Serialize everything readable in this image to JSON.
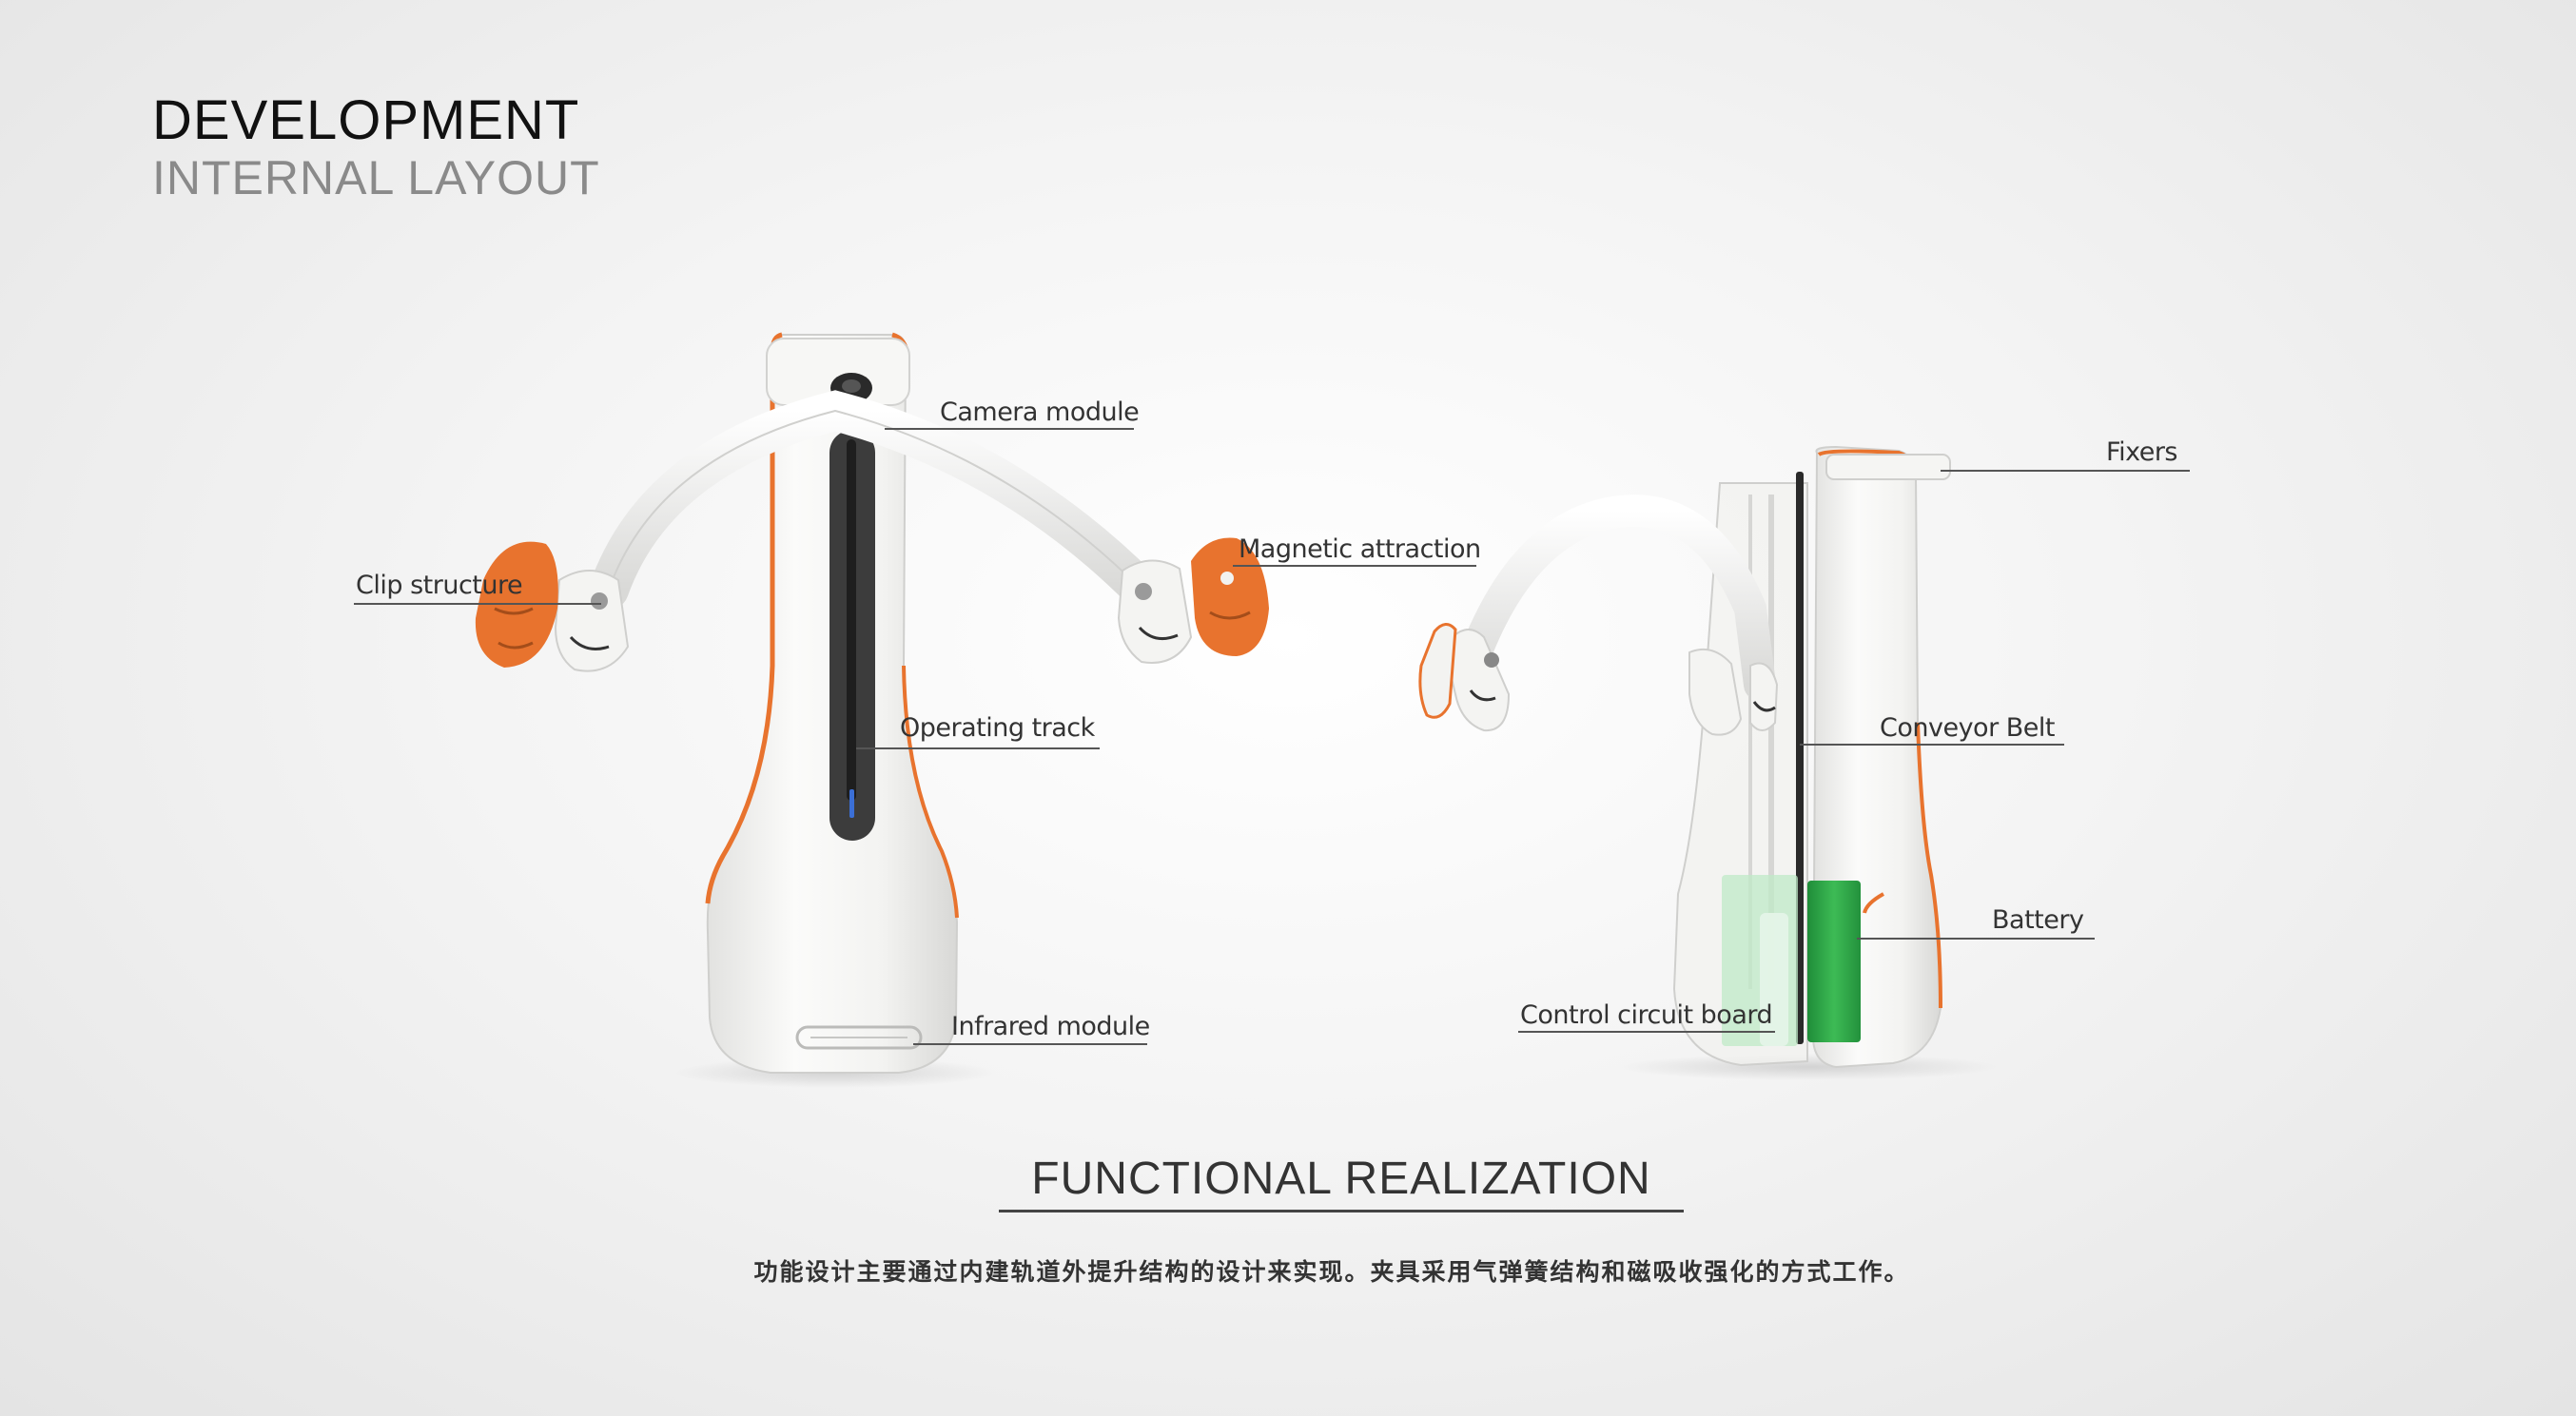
{
  "header": {
    "title": "DEVELOPMENT",
    "subtitle": "INTERNAL LAYOUT"
  },
  "callouts": {
    "camera_module": "Camera module",
    "clip_structure": "Clip structure",
    "magnetic_attraction": "Magnetic attraction",
    "operating_track": "Operating track",
    "infrared_module": "Infrared module",
    "fixers": "Fixers",
    "conveyor_belt": "Conveyor Belt",
    "battery": "Battery",
    "control_circuit_board": "Control circuit board"
  },
  "section": {
    "title": "FUNCTIONAL REALIZATION",
    "description": "功能设计主要通过内建轨道外提升结构的设计来实现。夹具采用气弹簧结构和磁吸收强化的方式工作。"
  },
  "colors": {
    "accent": "#e8732e",
    "battery_green": "#2fa84a",
    "body_white": "#f6f6f4",
    "track_dark": "#3a3a3a"
  },
  "icons": {
    "indicator_light": "blue-led"
  }
}
